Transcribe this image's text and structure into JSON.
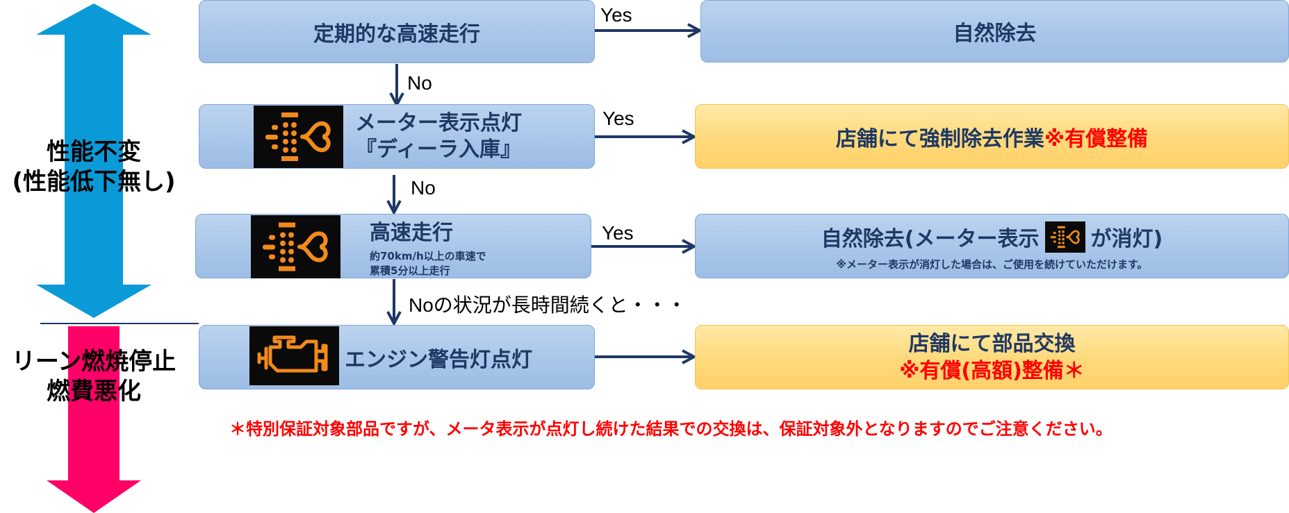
{
  "flow": {
    "box1": "定期的な高速走行",
    "result1": "自然除去",
    "box2_line1": "メーター表示点灯",
    "box2_line2": "『ディーラ入庫』",
    "result2_a": "店舗にて強制除去作業",
    "result2_b": "※有償整備",
    "box3_title": "高速走行",
    "box3_sub1": "約70km/h以上の車速で",
    "box3_sub2": "累積5分以上走行",
    "result3_a": "自然除去(メーター表示",
    "result3_b": "が消灯)",
    "result3_note": "※メーター表示が消灯した場合は、ご使用を続けていただけます。",
    "box4": "エンジン警告灯点灯",
    "result4_line1": "店舗にて部品交換",
    "result4_line2": "※有償(高額)整備＊"
  },
  "edges": {
    "yes": "Yes",
    "no": "No",
    "no_long": "Noの状況が長時間続くと・・・"
  },
  "side": {
    "top_line1": "性能不変",
    "top_line2": "(性能低下無し)",
    "bottom_line1": "リーン燃焼停止",
    "bottom_line2": "燃費悪化"
  },
  "footnote": "＊特別保証対象部品ですが、メータ表示が点灯し続けた結果での交換は、保証対象外となりますのでご注意ください。",
  "colors": {
    "blue_arrow": "#0a9ad8",
    "pink_arrow": "#ff0066",
    "line": "#1f3864",
    "warning_orange": "#f28a1c",
    "note_red": "#ff0000"
  },
  "icons": [
    "dpf-warning-icon",
    "engine-warning-icon"
  ]
}
